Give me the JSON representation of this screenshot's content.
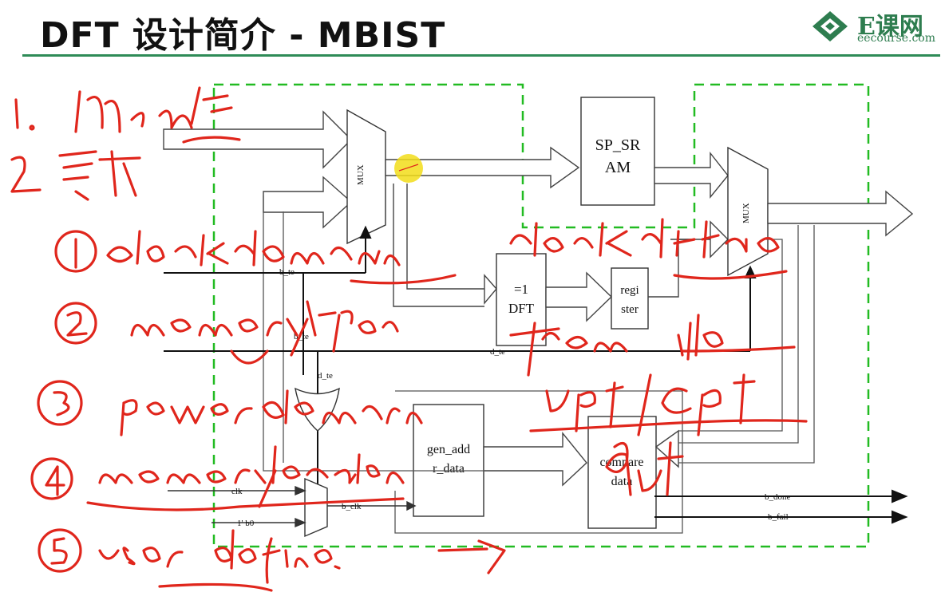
{
  "header": {
    "title": "DFT 设计简介 - MBIST",
    "logo_main": "E课网",
    "logo_sub": "eecourse.com"
  },
  "blocks": {
    "mux_left": "MUX",
    "mux_right": "MUX",
    "sram_line1": "SP_SR",
    "sram_line2": "AM",
    "dft_line1": "=1",
    "dft_line2": "DFT",
    "reg_line1": "regi",
    "reg_line2": "ster",
    "gen_line1": "gen_add",
    "gen_line2": "r_data",
    "cmp_line1": "compare",
    "cmp_line2": "data"
  },
  "signals": {
    "b_te_1": "b_te",
    "b_te_2": "b_te",
    "d_te_1": "d_te",
    "d_te_2": "d_te",
    "clk": "clk",
    "const": "1' b0",
    "b_clk": "b_clk",
    "b_done": "b_done",
    "b_fail": "b_fail"
  },
  "colors": {
    "accent": "#2e8b57",
    "dashed_box": "#22bb22",
    "annotation": "#e0261c",
    "highlight": "#f2dd1a"
  }
}
